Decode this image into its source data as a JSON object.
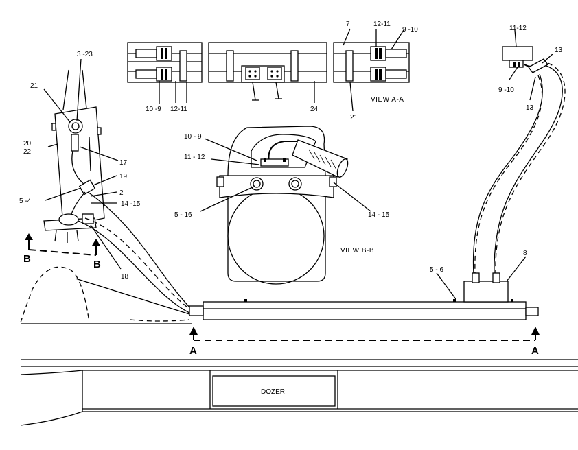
{
  "views": {
    "view_a": "VIEW  A-A",
    "view_b": "VIEW  B-B"
  },
  "section_marks": {
    "b_left": "B",
    "b_right": "B",
    "a_left": "A",
    "a_right": "A"
  },
  "callouts": {
    "va_7": "7",
    "va_12_11_top": "12-11",
    "va_9_10_top": "9 -10",
    "va_10_9": "10 -9",
    "va_12_11_bot": "12-11",
    "va_24": "24",
    "va_21": "21",
    "tr_11_12": "11-12",
    "tr_13a": "13",
    "tr_9_10": "9 -10",
    "tr_13b": "13",
    "l_3_23": "3 -23",
    "l_21": "21",
    "l_20": "20",
    "l_22": "22",
    "l_17": "17",
    "l_19": "19",
    "l_5_4": "5 -4",
    "l_2": "2",
    "l_14_15": "14 -15",
    "l_18": "18",
    "vb_10_9": "10 - 9",
    "vb_11_12": "11 - 12",
    "vb_5_16": "5 - 16",
    "vb_14_15": "14 - 15",
    "bar_5_6": "5 - 6",
    "bar_8": "8"
  },
  "labels": {
    "dozer": "DOZER"
  }
}
